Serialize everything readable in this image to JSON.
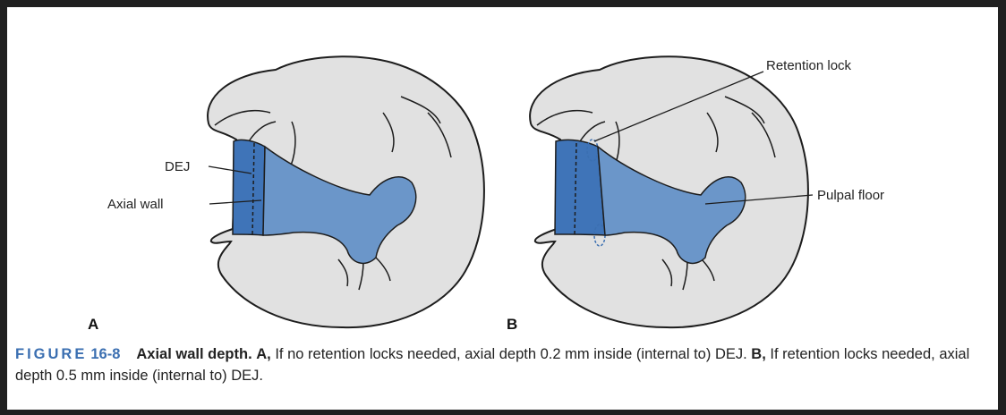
{
  "figure": {
    "labels": {
      "dej": "DEJ",
      "axial_wall": "Axial wall",
      "retention_lock": "Retention lock",
      "pulpal_floor": "Pulpal floor"
    },
    "panels": [
      "A",
      "B"
    ],
    "caption": {
      "figure_word": "FIGURE",
      "figure_number": "16-8",
      "title": "Axial wall depth.",
      "part_a_label": "A,",
      "part_a_text": " If no retention locks needed, axial depth 0.2 mm inside (internal to) DEJ. ",
      "part_b_label": "B,",
      "part_b_text": " If retention locks needed, axial depth 0.5 mm inside (internal to) DEJ."
    }
  },
  "colors": {
    "tooth": "#e1e1e1",
    "prep": "#6b96c9",
    "wall": "#3f74b8",
    "accent": "#3b6fb1"
  }
}
